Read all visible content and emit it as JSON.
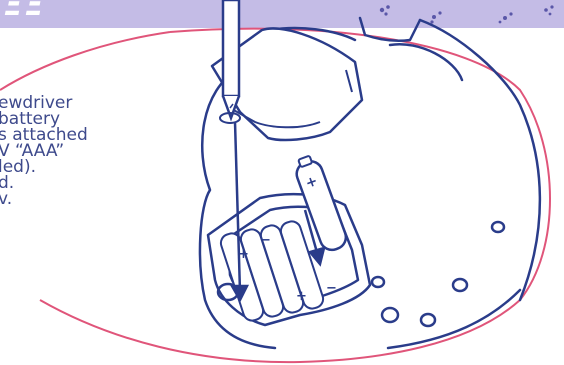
{
  "banner": {
    "title_fragment": "ΞΞ",
    "color": "#c4bce6"
  },
  "instructions": [
    "ewdriver",
    "battery",
    "s attached",
    "V “AAA”",
    "led).",
    "d.",
    "v."
  ],
  "colors": {
    "outline": "#2a3c8a",
    "text": "#3e4a8c",
    "callout_border": "#e0557a",
    "background": "#ffffff"
  },
  "battery_marks": {
    "plus": "+",
    "minus": "−"
  },
  "icons": [
    "screwdriver-icon",
    "battery-cover-icon",
    "aaa-battery-icon",
    "paw-print-icon"
  ]
}
